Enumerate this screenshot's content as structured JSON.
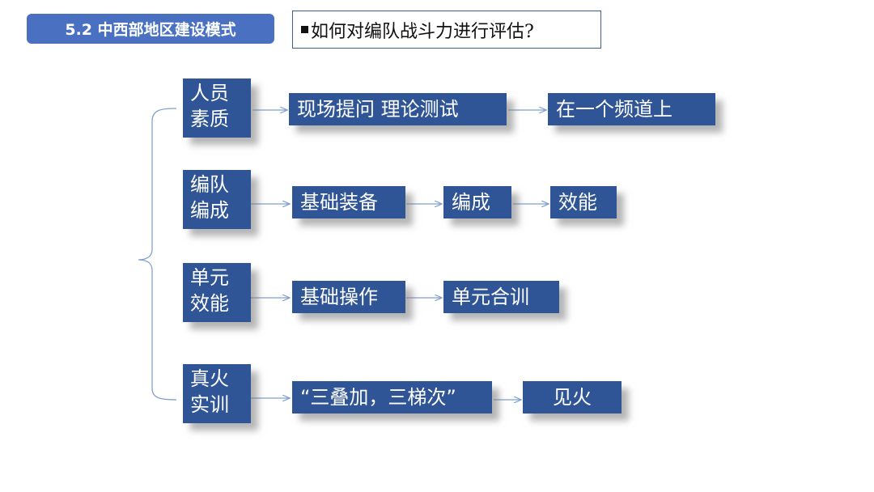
{
  "header": {
    "section_title": "5.2 中西部地区建设模式",
    "question": "如何对编队战斗力进行评估?"
  },
  "rows": [
    {
      "category": [
        "人员",
        "素质"
      ],
      "steps": [
        "现场提问 理论测试",
        "在一个频道上"
      ]
    },
    {
      "category": [
        "编队",
        "编成"
      ],
      "steps": [
        "基础装备",
        "编成",
        "效能"
      ]
    },
    {
      "category": [
        "单元",
        "效能"
      ],
      "steps": [
        "基础操作",
        "单元合训"
      ]
    },
    {
      "category": [
        "真火",
        "实训"
      ],
      "steps": [
        "“三叠加，三梯次”",
        "见火"
      ]
    }
  ],
  "colors": {
    "node_fill": "#2f5597",
    "section_tab_fill": "#4a70c2",
    "connector": "#7f9fd0"
  }
}
